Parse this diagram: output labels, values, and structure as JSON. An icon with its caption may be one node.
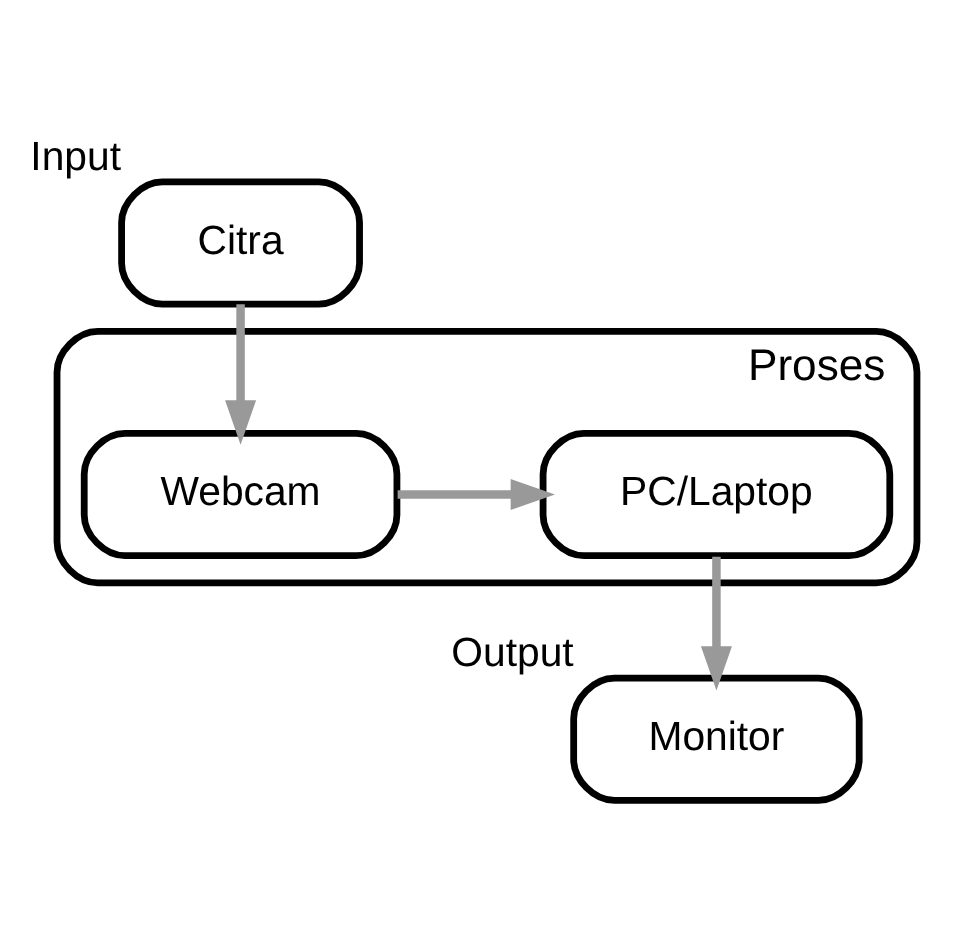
{
  "diagram": {
    "nodes": [
      {
        "text": [
          "Citra"
        ],
        "beside": [
          "Input"
        ]
      },
      {
        "text": [
          "Proses"
        ]
      },
      {
        "text": [
          "Webcam"
        ],
        "in": 1
      },
      {
        "text": [
          "PC/Laptop"
        ],
        "in": 1
      },
      {
        "text": [
          "Monitor"
        ],
        "beside": [
          "Output"
        ]
      }
    ],
    "edges": [
      {
        "from": 0,
        "to": 2,
        "arrow": "to"
      },
      {
        "from": 2,
        "to": 3,
        "arrow": "to"
      },
      {
        "from": 3,
        "to": 4,
        "arrow": "to"
      }
    ]
  }
}
